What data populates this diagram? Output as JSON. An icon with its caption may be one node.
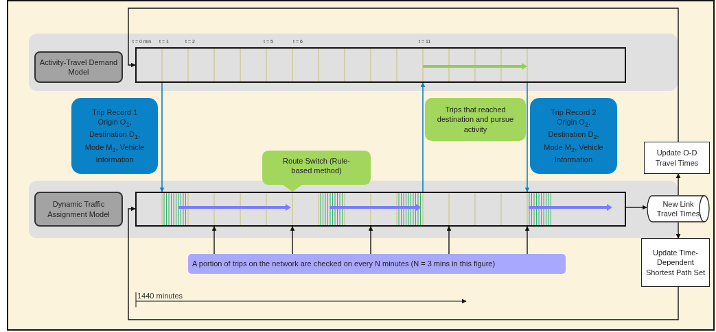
{
  "diagram": {
    "nodes": [
      {
        "text": [
          "Activity-Travel Demand Model"
        ]
      },
      {
        "text": [],
        "shape": "bar",
        "beside": [
          "t = 0 min",
          "t = 1",
          "t = 2",
          "t = 5",
          "t = 6",
          "t = 11"
        ]
      },
      {
        "text": [
          "Trip Record 1 Origin O$_{1}$, Destination D$_{1}$, Mode M$_{1}$, Vehicle Information"
        ]
      },
      {
        "text": [
          "Trips that reached destination and pursue activity"
        ]
      },
      {
        "text": [
          "Trip Record 2 Origin O$_{2}$, Destination D$_{2}$, Mode M$_{2}$, Vehicle Information"
        ]
      },
      {
        "text": [
          "Route Switch (Rule-based method)"
        ]
      },
      {
        "text": [
          "Dynamic Traffic Assignment Model"
        ]
      },
      {
        "text": [],
        "shape": "bar"
      },
      {
        "text": [
          "A portion of trips on the network are checked on every N minutes (N = 3 mins in this figure)"
        ]
      },
      {
        "text": [
          "New Link Travel Times"
        ]
      },
      {
        "text": [
          "Update O-D Travel Times"
        ]
      },
      {
        "text": [
          "Update Time-Dependent Shortest Path Set"
        ]
      }
    ],
    "edges": [
      {
        "from": 1,
        "to": 7,
        "arrow": "to",
        "color": "#0a82c8"
      },
      {
        "from": 7,
        "to": 1,
        "arrow": "to",
        "color": "#0a82c8"
      },
      {
        "from": 1,
        "to": 7,
        "arrow": "to",
        "color": "#0a82c8"
      },
      {
        "from": 8,
        "to": 7,
        "arrow": "to"
      },
      {
        "from": 8,
        "to": 7,
        "arrow": "to"
      },
      {
        "from": 8,
        "to": 7,
        "arrow": "to"
      },
      {
        "from": 8,
        "to": 7,
        "arrow": "to"
      },
      {
        "from": 8,
        "to": 7,
        "arrow": "to"
      },
      {
        "from": 7,
        "to": 9,
        "arrow": "to"
      },
      {
        "from": 9,
        "to": 10,
        "arrow": "to"
      },
      {
        "from": 9,
        "to": 11,
        "arrow": "to"
      },
      {
        "from": 10,
        "to": 1,
        "arrow": "to"
      },
      {
        "from": 11,
        "to": 7,
        "arrow": "to"
      }
    ],
    "labels": [
      "1440 minutes"
    ]
  }
}
